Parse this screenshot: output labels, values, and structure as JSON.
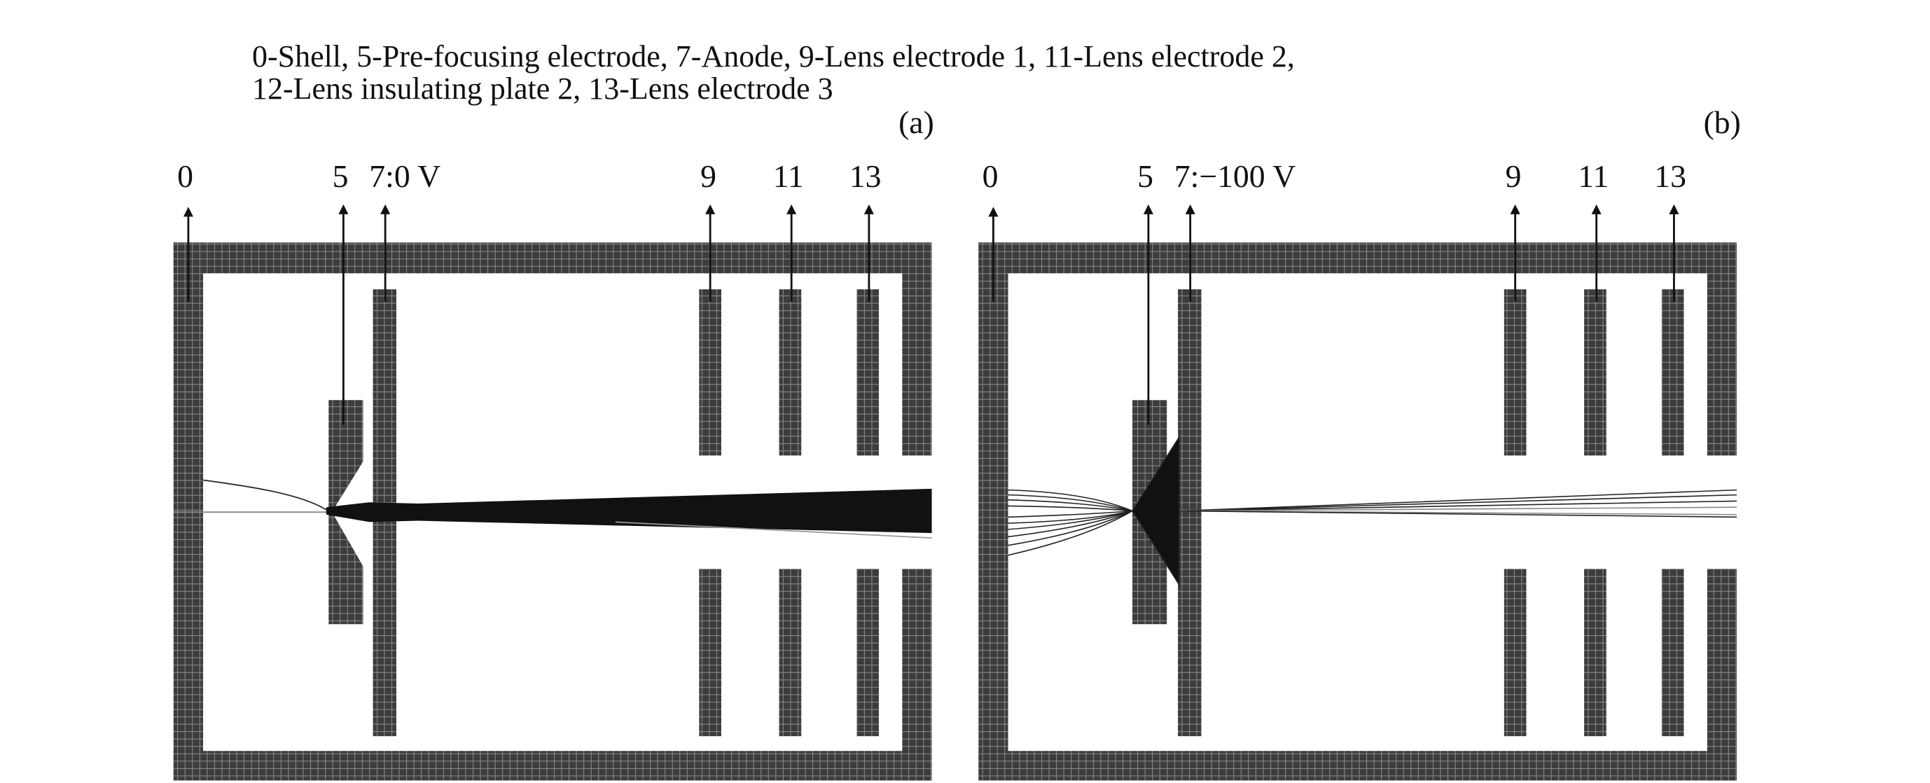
{
  "legend": {
    "line1": "0-Shell, 5-Pre-focusing electrode, 7-Anode,  9-Lens electrode 1,  11-Lens electrode 2,",
    "line2": "12-Lens insulating plate 2, 13-Lens electrode 3"
  },
  "panels": [
    {
      "tag": "(a)",
      "labels": {
        "shell": "0",
        "prefocus": "5",
        "anode": "7:0 V",
        "lens1": "9",
        "lens2": "11",
        "lens3": "13"
      }
    },
    {
      "tag": "(b)",
      "labels": {
        "shell": "0",
        "prefocus": "5",
        "anode": "7:−100 V",
        "lens1": "9",
        "lens2": "11",
        "lens3": "13"
      }
    }
  ],
  "colors": {
    "mesh": "#3c3c3c",
    "grid": "#8a8a8a",
    "beam": "#111111"
  }
}
